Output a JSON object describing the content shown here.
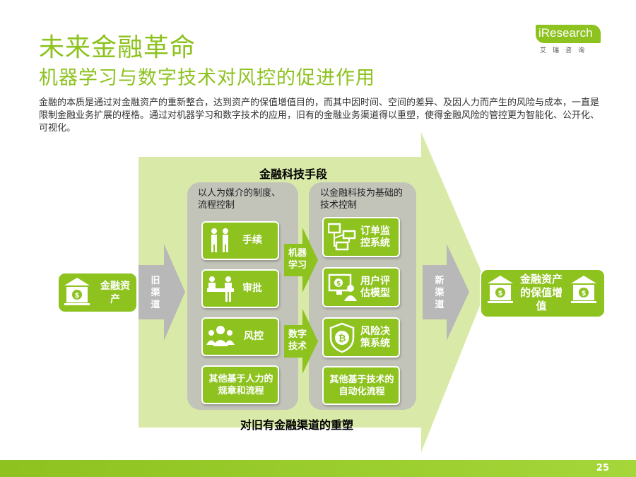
{
  "header": {
    "title": "未来金融革命",
    "subtitle": "机器学习与数字技术对风控的促进作用",
    "logo_text": "iResearch",
    "logo_sub": "艾瑞咨询"
  },
  "intro_text": "金融的本质是通过对金融资产的重新整合，达到资产的保值增值目的，而其中因时间、空间的差异、及因人力而产生的风险与成本，一直是限制金融业务扩展的桎梏。通过对机器学习和数字技术的应用，旧有的金融业务渠道得以重塑，使得金融风险的管控更为智能化、公开化、可视化。",
  "diagram": {
    "top_heading": "金融科技手段",
    "bottom_heading": "对旧有金融渠道的重塑",
    "left_node": "金融资产",
    "right_node": "金融资产的保值增值",
    "old_channel": "旧渠道",
    "new_channel": "新渠道",
    "left_group": {
      "title": "以人为媒介的制度、流程控制",
      "items": [
        "手续",
        "审批",
        "风控",
        "其他基于人力的规章和流程"
      ]
    },
    "right_group": {
      "title": "以金融科技为基础的技术控制",
      "items": [
        "订单监控系统",
        "用户评估模型",
        "风险决策系统",
        "其他基于技术的自动化流程"
      ]
    },
    "arrow_labels": [
      "机器学习",
      "数字技术"
    ]
  },
  "footer": {
    "page_number": "25"
  },
  "colors": {
    "accent": "#8dc21f",
    "panel": "#d9eaa8",
    "grey": "#a6a6a6"
  }
}
